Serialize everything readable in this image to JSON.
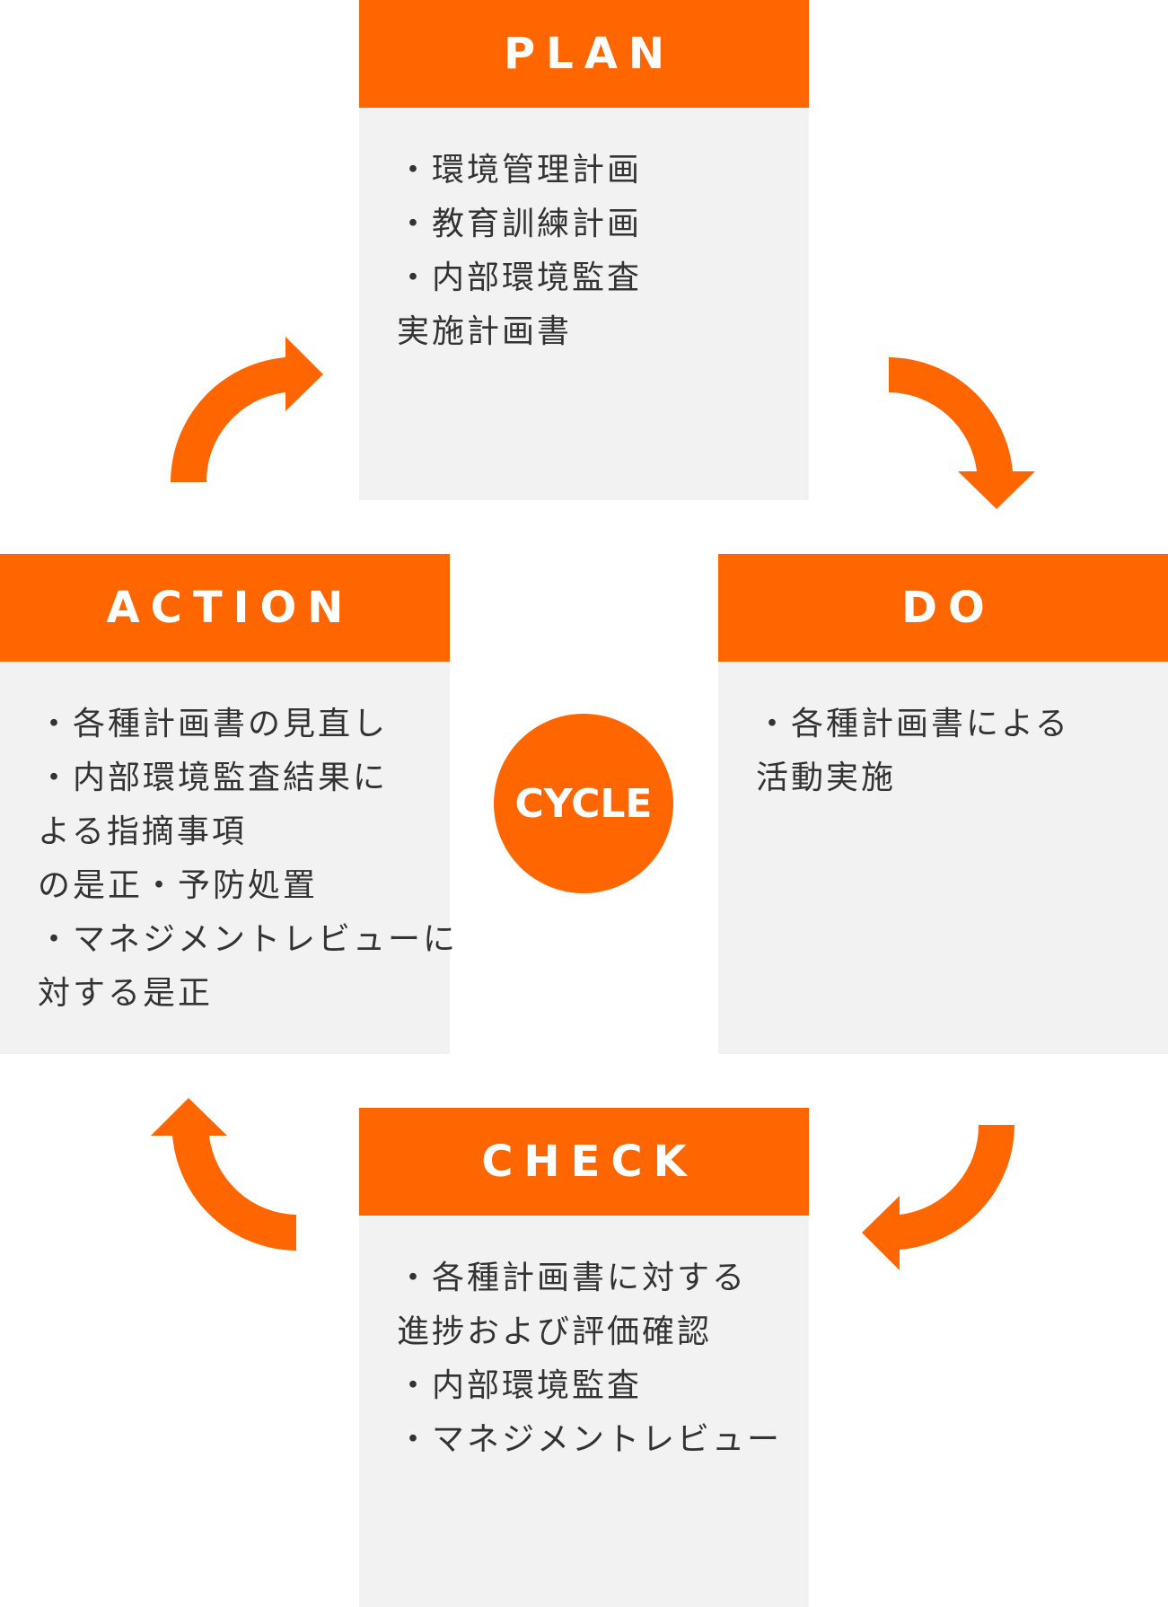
{
  "accent_color": "#ff6600",
  "center": {
    "label": "CYCLE"
  },
  "plan": {
    "title": "PLAN",
    "lines": [
      "・環境管理計画",
      "・教育訓練計画",
      "・内部環境監査",
      "実施計画書"
    ]
  },
  "do": {
    "title": "DO",
    "lines": [
      "・各種計画書による",
      "活動実施"
    ]
  },
  "check": {
    "title": "CHECK",
    "lines": [
      "・各種計画書に対する",
      "進捗および評価確認",
      "・内部環境監査",
      "・マネジメントレビュー"
    ]
  },
  "action": {
    "title": "ACTION",
    "lines": [
      "・各種計画書の見直し",
      "・内部環境監査結果に",
      "よる指摘事項",
      "の是正・予防処置",
      "・マネジメントレビューに",
      "対する是正"
    ]
  },
  "arrows": [
    "arrow-plan-to-do",
    "arrow-do-to-check",
    "arrow-check-to-action",
    "arrow-action-to-plan"
  ]
}
